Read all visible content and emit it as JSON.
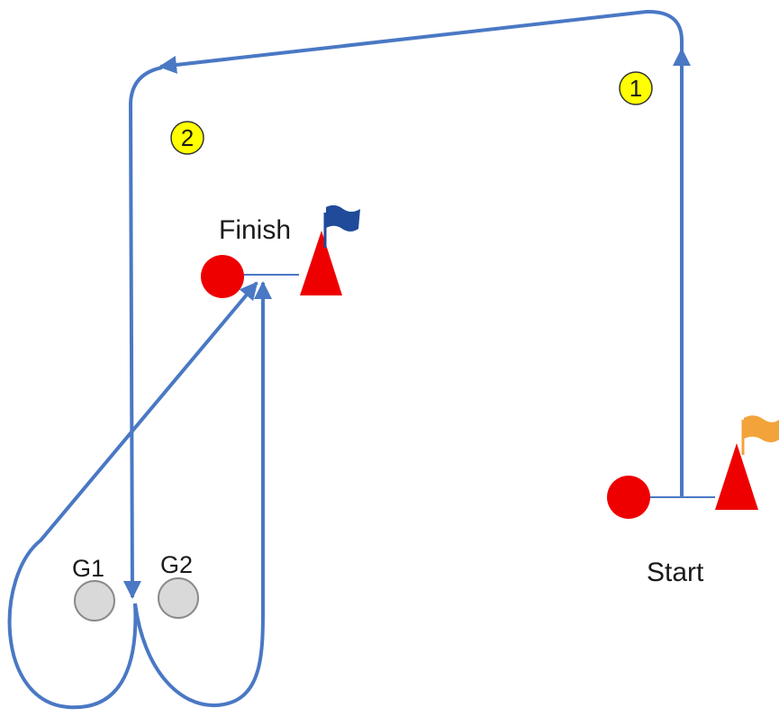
{
  "diagram": {
    "colors": {
      "path": "#4a78c4",
      "marker_red": "#ee0000",
      "marker_line": "#4a78c4",
      "finish_flag": "#1f4b9a",
      "start_flag": "#f2a33a",
      "gate_fill": "#d9d9d9",
      "gate_stroke": "#8a8a8a",
      "badge_fill": "#ffff00",
      "badge_stroke": "#333333"
    },
    "labels": {
      "finish": "Finish",
      "start": "Start",
      "gate_1": "G1",
      "gate_2": "G2",
      "step_1": "1",
      "step_2": "2"
    },
    "icons": [
      "finish-flag-icon",
      "start-flag-icon",
      "direction-arrow-icon"
    ]
  }
}
